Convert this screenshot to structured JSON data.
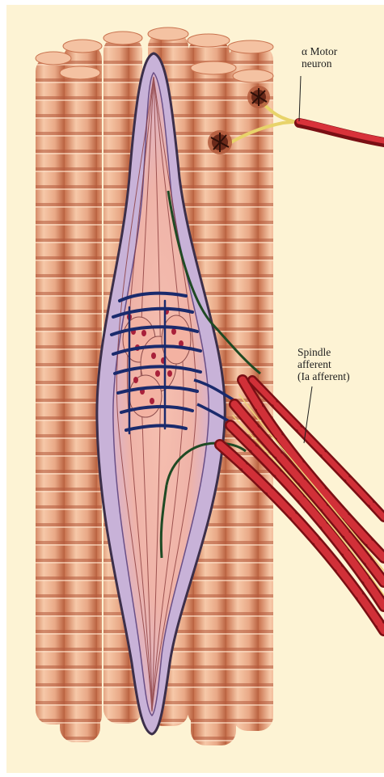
{
  "labels": {
    "motor": {
      "line1": "α Motor",
      "line2": "neuron"
    },
    "spindle": {
      "line1": "Spindle",
      "line2": "afferent",
      "line3": "(Ia afferent)"
    }
  },
  "colors": {
    "background": "#fdf3d4",
    "fiber_fill": "#e9a987",
    "fiber_band_dark": "#c9734f",
    "fiber_band_light": "#f6c8a8",
    "capsule": "#c8b2d8",
    "capsule_outline": "#3c2f4a",
    "intrafusal": "#f0b7a6",
    "axon_red": "#c8202a",
    "axon_dark": "#7a0f14",
    "green_fiber": "#1f4a24",
    "blue_ending": "#1a2a6c",
    "motor_axon_yellow": "#e8d36a"
  }
}
